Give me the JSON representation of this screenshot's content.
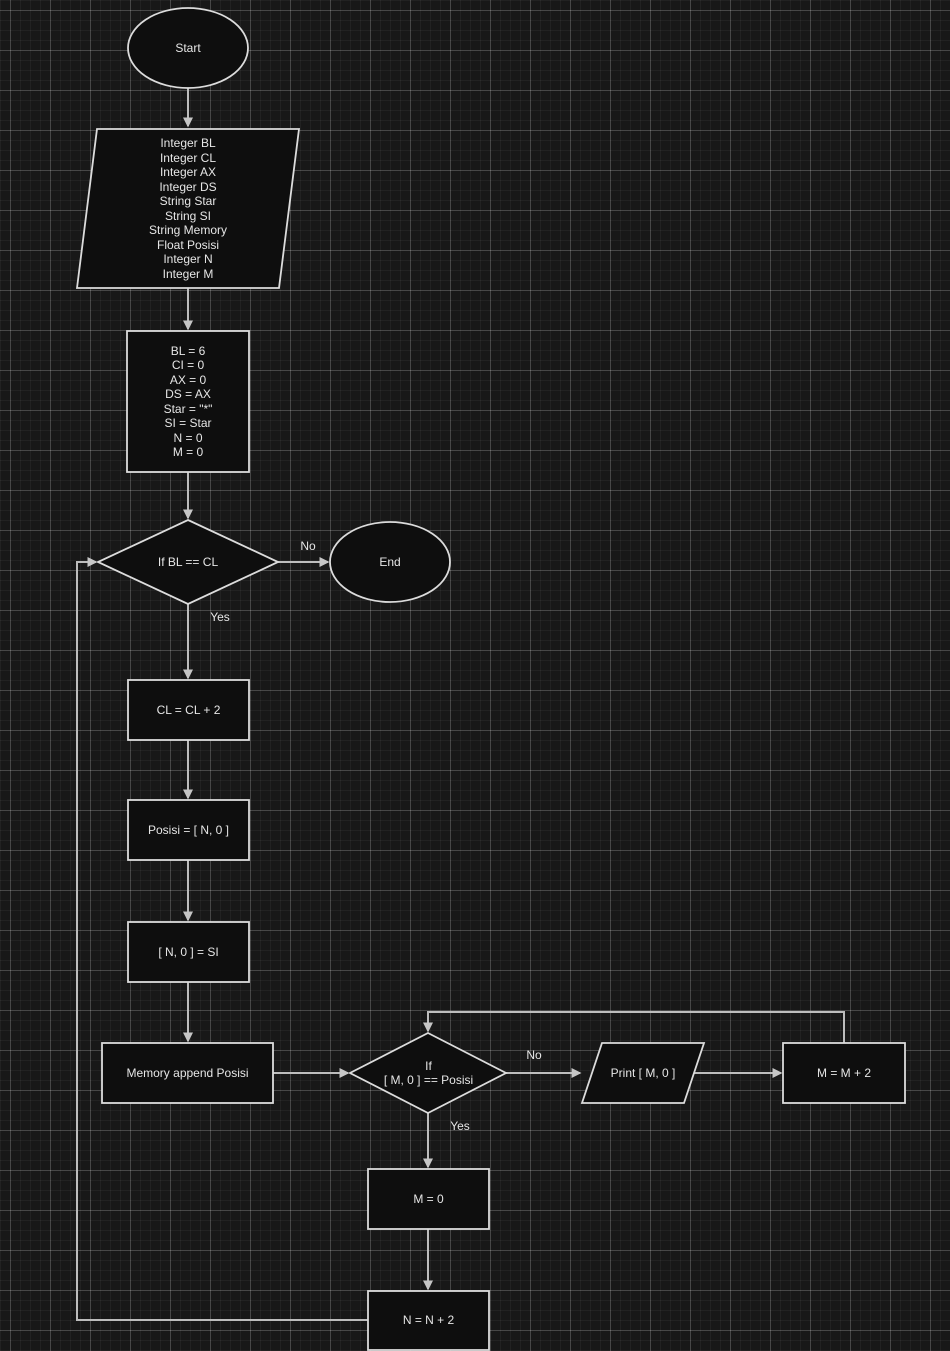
{
  "diagram": {
    "title": "flowchart",
    "colors": {
      "background": "#181818",
      "grid_minor": "#232323",
      "grid_major": "#4c4c4c",
      "shape_fill": "#0e0e0e",
      "shape_stroke": "#dcdcdc",
      "edge_stroke": "#bdbdbd",
      "text": "#e6e6e6"
    },
    "nodes": {
      "start": {
        "type": "terminator-ellipse",
        "label": "Start"
      },
      "declarations": {
        "type": "io-parallelogram",
        "label": "Integer BL\nInteger CL\nInteger AX\nInteger DS\nString Star\nString SI\nString Memory\nFloat Posisi\nInteger N\nInteger M"
      },
      "init": {
        "type": "process-rect",
        "label": "BL = 6\nCI = 0\nAX = 0\nDS = AX\nStar = \"*\"\nSI = Star\nN = 0\nM = 0"
      },
      "outer_decision": {
        "type": "decision-diamond",
        "label": "If BL == CL"
      },
      "end": {
        "type": "terminator-ellipse",
        "label": "End"
      },
      "increment_cl": {
        "type": "process-rect",
        "label": "CL = CL + 2"
      },
      "set_posisi": {
        "type": "process-rect",
        "label": "Posisi = [ N, 0 ]"
      },
      "set_si": {
        "type": "process-rect",
        "label": "[ N, 0 ] = SI"
      },
      "memory_append": {
        "type": "process-rect",
        "label": "Memory append Posisi"
      },
      "inner_decision": {
        "type": "decision-diamond",
        "label": "If\n[ M, 0 ] == Posisi"
      },
      "print_m": {
        "type": "io-parallelogram",
        "label": "Print [ M, 0 ]"
      },
      "increment_m": {
        "type": "process-rect",
        "label": "M = M + 2"
      },
      "reset_m": {
        "type": "process-rect",
        "label": "M = 0"
      },
      "increment_n": {
        "type": "process-rect",
        "label": "N = N + 2"
      }
    },
    "edge_labels": {
      "outer_no": "No",
      "outer_yes": "Yes",
      "inner_no": "No",
      "inner_yes": "Yes"
    }
  }
}
